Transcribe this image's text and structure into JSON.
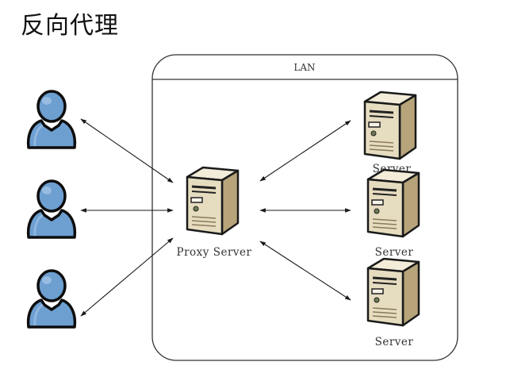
{
  "diagram": {
    "title": "反向代理",
    "lan_label": "LAN",
    "proxy_label": "Proxy Server",
    "server_labels": [
      "Server",
      "Server",
      "Server"
    ],
    "colors": {
      "user_fill": "#6d9fd1",
      "user_highlight": "#a9c8e8",
      "user_outline": "#0d0d0d",
      "server_front": "#e6dcc0",
      "server_side": "#b7a47b",
      "server_top": "#f3ecd9",
      "server_outline": "#1a1a1a",
      "arrow": "#1a1a1a",
      "lan_border": "#333333"
    }
  }
}
